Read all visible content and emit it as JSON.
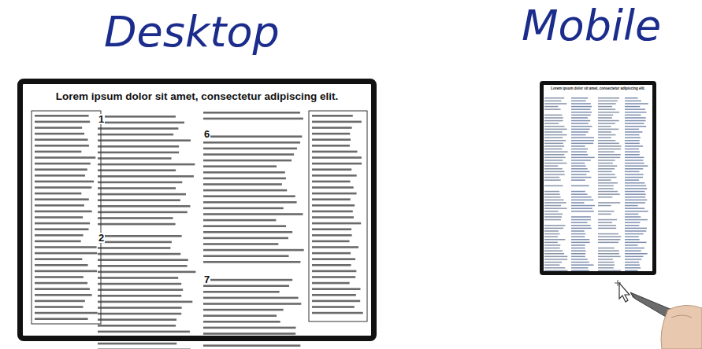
{
  "diagram": {
    "nodes": [
      {
        "text": [
          "Lorem ipsum dolor sit amet, consectetur adipiscing elit."
        ]
      },
      {
        "text": [
          "Lorem ipsum dolor sit amet, consectetur adipiscing elit."
        ]
      }
    ],
    "labels": [
      "Desktop",
      "Mobile",
      "1",
      "2",
      "6",
      "7"
    ]
  }
}
